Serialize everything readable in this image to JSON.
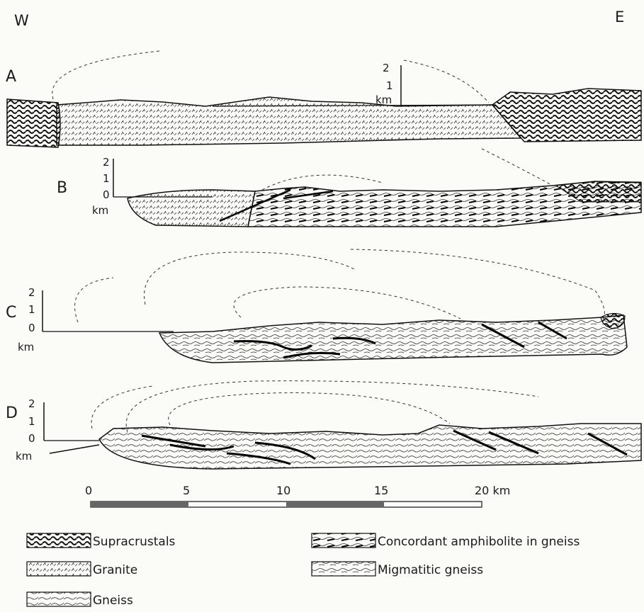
{
  "compass": {
    "west": "W",
    "east": "E"
  },
  "sections": {
    "a": {
      "label": "A",
      "scale_top": "2",
      "scale_mid": "1",
      "scale_unit": "km"
    },
    "b": {
      "label": "B",
      "scale_top": "2",
      "scale_mid": "1",
      "scale_zero": "0",
      "scale_unit": "km"
    },
    "c": {
      "label": "C",
      "scale_top": "2",
      "scale_mid": "1",
      "scale_zero": "0",
      "scale_unit": "km"
    },
    "d": {
      "label": "D",
      "scale_top": "2",
      "scale_mid": "1",
      "scale_zero": "0",
      "scale_unit": "km"
    }
  },
  "scale_bar": {
    "t0": "0",
    "t5": "5",
    "t10": "10",
    "t15": "15",
    "t20": "20 km"
  },
  "legend": {
    "supracrustals": "Supracrustals",
    "granite": "Granite",
    "gneiss": "Gneiss",
    "amphibolite": "Concordant amphibolite in gneiss",
    "migmatitic": "Migmatitic gneiss"
  }
}
